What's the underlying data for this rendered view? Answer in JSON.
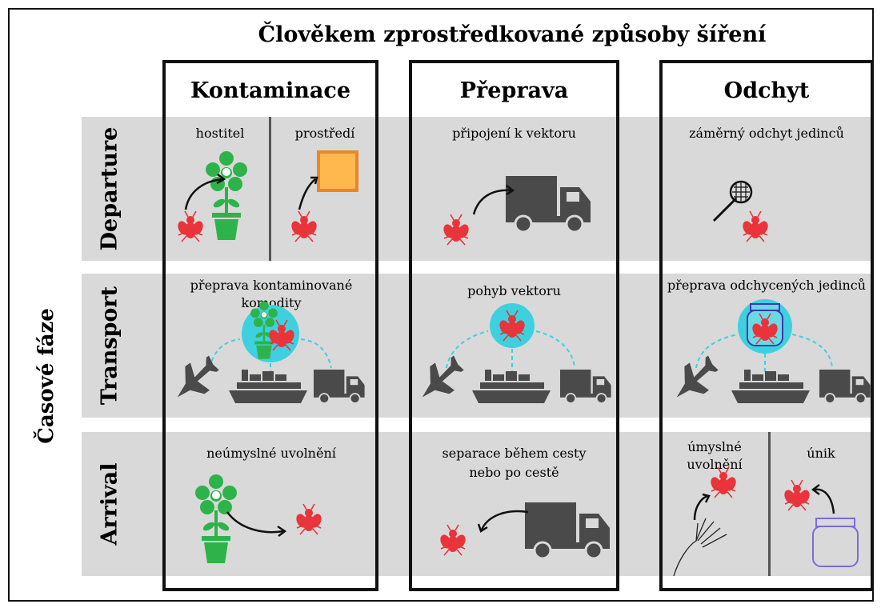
{
  "title": "Člověkem zprostředkované způsoby šíření",
  "side_label": "Časové fáze",
  "columns": [
    "Kontaminace",
    "Přeprava",
    "Odchyt"
  ],
  "rows": [
    "Departure",
    "Transport",
    "Arrival"
  ],
  "cells": {
    "departure": {
      "host": "hostitel",
      "environment": "prostředí",
      "attach": "připojení k vektoru",
      "capture": "záměrný odchyt jedinců"
    },
    "transport": {
      "commodity_line1": "přeprava kontaminované",
      "commodity_line2": "komodity",
      "vector": "pohyb vektoru",
      "captured": "přeprava odchycených jedinců"
    },
    "arrival": {
      "release": "neúmyslné uvolnění",
      "separation_line1": "separace během cesty",
      "separation_line2": "nebo po cestě",
      "intentional_line1": "úmyslné",
      "intentional_line2": "uvolnění",
      "escape": "únik"
    }
  },
  "colors": {
    "band": "#d9d9d9",
    "insect": "#e8343a",
    "plant": "#2db34a",
    "vehicle": "#4a4a4a",
    "bubble": "#3fd0df",
    "box_fill": "#ffb84d",
    "box_border": "#e8872a",
    "jar": "#7b6cd6"
  },
  "icons": [
    "flower-pot-icon",
    "insect-icon",
    "truck-icon",
    "airplane-icon",
    "cargo-ship-icon",
    "net-icon",
    "jar-icon",
    "hand-icon",
    "box-icon",
    "arrow-icon"
  ]
}
